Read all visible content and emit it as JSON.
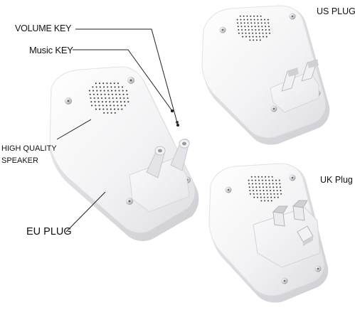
{
  "labels": {
    "volume_key": "VOLUME KEY",
    "music_key": "Music KEY",
    "high_quality_speaker": "HIGH QUALITY SPEAKER",
    "eu_plug": "EU PLUG",
    "us_plug": "US PLUG",
    "uk_plug": "UK Plug"
  },
  "colors": {
    "body": "#f4f4f6",
    "edge": "#dcdce0",
    "shadow": "#c9c9ce",
    "speaker_hole": "#3a3a3a",
    "prong": "#e8e8ea",
    "text": "#111111"
  }
}
